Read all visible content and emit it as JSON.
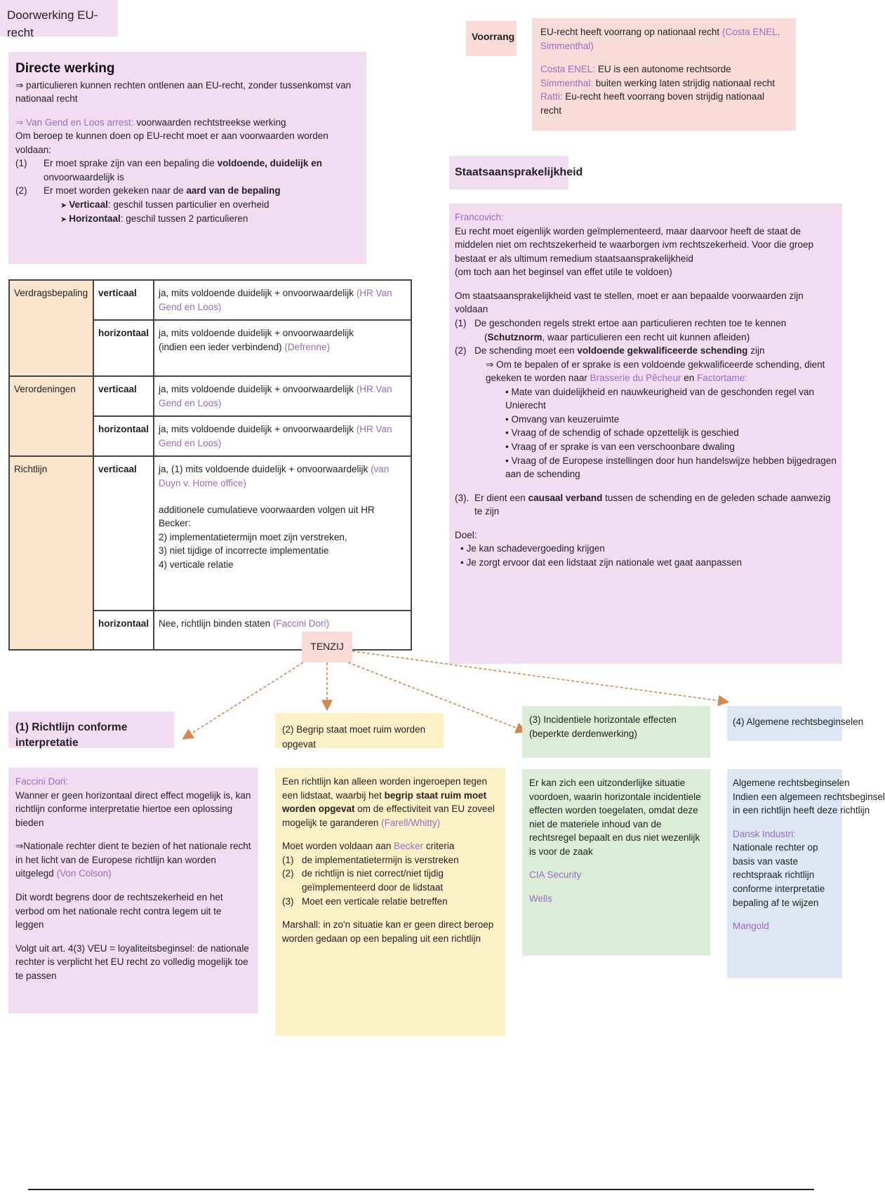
{
  "header": {
    "title": "Doorwerking EU-recht"
  },
  "voorrang": {
    "label": "Voorrang",
    "intro": "EU-recht heeft voorrang op nationaal recht",
    "intro_ref": "(Costa ENEL, Simmenthal)",
    "items": [
      {
        "ref": "Costa ENEL:",
        "text": "EU is een autonome rechtsorde"
      },
      {
        "ref": "Simmenthal:",
        "text": "buiten werking laten strijdig nationaal recht"
      },
      {
        "ref": "Ratti:",
        "text": "Eu-recht heeft voorrang boven strijdig nationaal recht"
      }
    ]
  },
  "directe_werking": {
    "title": "Directe werking",
    "subtitle": "⇒ particulieren kunnen rechten ontlenen aan EU-recht, zonder tussenkomst van nationaal recht",
    "arrest_ref": "⇒ Van Gend en Loos arrest:",
    "arrest_text": "voorwaarden rechtstreekse werking",
    "intro": "Om beroep te kunnen doen op EU-recht moet er aan voorwaarden worden voldaan:",
    "cond1_num": "(1)",
    "cond1_pre": "Er moet sprake zijn van een bepaling die",
    "cond1_bold": "voldoende, duidelijk en",
    "cond1_post": "onvoorwaardelijk is",
    "cond2_num": "(2)",
    "cond2_pre": "Er moet worden gekeken naar de",
    "cond2_bold": "aard van de bepaling",
    "sub1_bold": "Verticaal",
    "sub1_text": ": geschil tussen particulier en overheid",
    "sub2_bold": "Horizontaal",
    "sub2_text": ": geschil tussen 2 particulieren"
  },
  "table": {
    "verdrag": "Verdragsbepaling",
    "verordening": "Verordeningen",
    "richtlijn": "Richtlijn",
    "verticaal": "verticaal",
    "horizontaal": "horizontaal",
    "vd_v_text": "ja, mits voldoende duidelijk + onvoorwaardelijk",
    "vd_v_ref": "(HR Van Gend en Loos)",
    "vd_h_text": "ja, mits voldoende duidelijk + onvoorwaardelijk",
    "vd_h_text2": "(indien een ieder verbindend)",
    "vd_h_ref": "(Defrenne)",
    "vo_v_text": "ja, mits voldoende duidelijk + onvoorwaardelijk",
    "vo_v_ref": "(HR Van Gend en Loos)",
    "vo_h_text": "ja, mits voldoende duidelijk + onvoorwaardelijk",
    "vo_h_ref": "(HR Van Gend en Loos)",
    "rl_v_text": "ja, (1) mits  voldoende duidelijk + onvoorwaardelijk",
    "rl_v_ref": "(van Duyn v. Home office)",
    "rl_v_extra": [
      "additionele cumulatieve voorwaarden volgen uit HR Becker:",
      "2) implementatietermijn moet zijn verstreken,",
      "3) niet tijdige of incorrecte implementatie",
      "4) verticale relatie"
    ],
    "rl_h_text": "Nee, richtlijn binden staten",
    "rl_h_ref": "(Faccini Dori)"
  },
  "staats": {
    "title": "Staatsaansprakelijkheid",
    "case_ref": "Francovich:",
    "p1": "Eu recht moet eigenlijk worden geïmplementeerd, maar daarvoor heeft de staat de middelen niet om rechtszekerheid te waarborgen ivm rechtszekerheid. Voor die groep bestaat er als ultimum remedium staatsaansprakelijkheid",
    "p2": "(om toch aan het beginsel van effet utile te voldoen)",
    "p3": "Om staatsaansprakelijkheid vast te stellen, moet er aan bepaalde voorwaarden zijn voldaan",
    "c1_num": "(1)",
    "c1_text": "De geschonden regels strekt ertoe aan particulieren rechten toe te kennen",
    "c1_paren_open": "(",
    "c1_bold": "Schutznorm",
    "c1_sub": ", waar particulieren een recht uit kunnen afleiden)",
    "c2_num": "(2)",
    "c2_pre": "De schending moet een",
    "c2_bold": "voldoende gekwalificeerde schending",
    "c2_post": "zijn",
    "c2_sub_pre": "⇒ Om te bepalen of er sprake is een voldoende gekwalificeerde schending, dient gekeken te worden naar",
    "c2_sub_ref1": "Brasserie du Pêcheur",
    "c2_sub_and": "en",
    "c2_sub_ref2": "Factortame:",
    "bullets": [
      "Mate van duidelijkheid en nauwkeurigheid van de geschonden regel van Unierecht",
      "Omvang van keuzeruimte",
      "Vraag of de schendig of schade opzettelijk is geschied",
      "Vraag of er sprake is van een verschoonbare dwaling",
      "Vraag of de Europese instellingen door hun handelswijze hebben bijgedragen aan de schending"
    ],
    "c3_num": "(3).",
    "c3_pre": "Er dient een",
    "c3_bold": "causaal verband",
    "c3_post": "tussen de schending en de geleden schade aanwezig te zijn",
    "doel_label": "Doel:",
    "doel": [
      "Je kan schadevergoeding krijgen",
      "Je zorgt ervoor dat een lidstaat zijn nationale wet gaat aanpassen"
    ]
  },
  "tenzij": {
    "label": "TENZIJ"
  },
  "branches": {
    "b1": {
      "title": "(1) Richtlijn conforme interpretatie",
      "ref": "Faccini Dori:",
      "p1": "Wanner er geen horizontaal direct effect mogelijk is, kan richtlijn conforme interpretatie hiertoe een oplossing bieden",
      "p2": "⇒Nationale rechter dient te bezien of het nationale recht in het licht van de Europese richtlijn kan worden uitgelegd",
      "p2_ref": "(Von Colson)",
      "p3": "Dit wordt begrens door de rechtszekerheid en het verbod om het nationale recht contra legem uit te leggen",
      "p4": "Volgt uit art. 4(3) VEU = loyaliteitsbeginsel: de nationale rechter is verplicht het EU recht zo volledig mogelijk toe te passen"
    },
    "b2": {
      "title": "(2) Begrip staat moet ruim worden opgevat",
      "p1_pre": "Een richtlijn kan alleen worden ingeroepen tegen een lidstaat, waarbij het",
      "p1_bold": "begrip staat ruim moet worden opgevat",
      "p1_post": "om de effectiviteit van EU zoveel mogelijk te garanderen",
      "p1_ref": "(Farell/Whitty)",
      "p2_pre": "Moet worden voldaan aan",
      "p2_ref": "Becker",
      "p2_post": "criteria",
      "items": [
        {
          "n": "(1)",
          "t": "de implementatietermijn is verstreken"
        },
        {
          "n": "(2)",
          "t": "de richtlijn is niet correct/niet tijdig geïmplementeerd door de lidstaat"
        },
        {
          "n": "(3)",
          "t": "Moet een verticale relatie betreffen"
        }
      ],
      "p3": "Marshall: in zo'n situatie kan er geen direct beroep worden gedaan op een bepaling uit een richtlijn"
    },
    "b3": {
      "title1": "(3) Incidentiele horizontale effecten",
      "title2": "(beperkte derdenwerking)",
      "p1": "Er kan zich een uitzonderlijke situatie voordoen, waarin horizontale incidentiele effecten worden toegelaten, omdat deze niet de materiele inhoud van de rechtsregel bepaalt en dus niet wezenlijk is voor de zaak",
      "ref1": "CIA Security",
      "ref2": "Wells"
    },
    "b4": {
      "title": "(4) Algemene rechtsbeginselen",
      "p1a": "Algemene rechtsbeginselen",
      "p1b": "Indien een algemeen rechtsbeginsel",
      "p1c": "in een richtlijn heeft deze richtlijn",
      "ref1": "Dansk Industri:",
      "p2": "Nationale rechter op basis van vaste rechtspraak richtlijn conforme interpretatie bepaling af te wijzen",
      "ref2": "Mangold"
    }
  }
}
